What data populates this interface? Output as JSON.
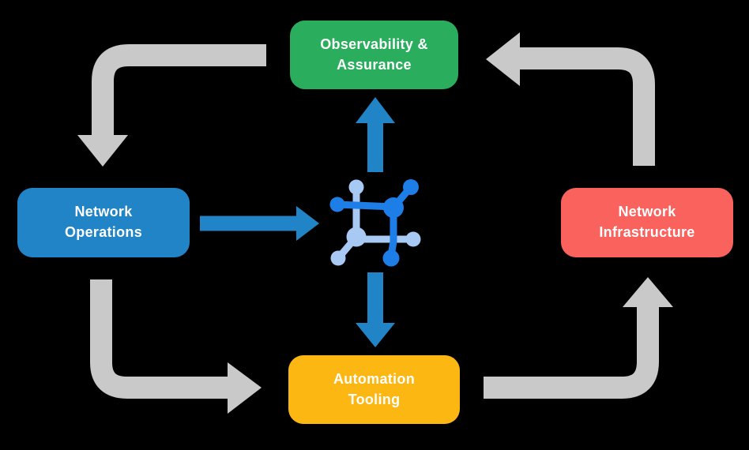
{
  "colors": {
    "background": "#000000",
    "cycle_arrow": "#c9c9c9",
    "flow_arrow": "#2184c7",
    "node_text": "#ffffff"
  },
  "icon": {
    "name": "network-topology-icon",
    "dark_color": "#1e7ee8",
    "light_color": "#a7c9f3"
  },
  "nodes": [
    {
      "id": "observability-assurance",
      "lines": [
        "Observability &",
        "Assurance"
      ],
      "color": "#2bad5e"
    },
    {
      "id": "network-operations",
      "lines": [
        "Network",
        "Operations"
      ],
      "color": "#2184c7"
    },
    {
      "id": "network-infrastructure",
      "lines": [
        "Network",
        "Infrastructure"
      ],
      "color": "#fa625e"
    },
    {
      "id": "automation-tooling",
      "lines": [
        "Automation",
        "Tooling"
      ],
      "color": "#fcb713"
    }
  ],
  "flows": {
    "cycle": [
      {
        "from": "Observability & Assurance",
        "to": "Network Operations"
      },
      {
        "from": "Network Operations",
        "to": "Automation Tooling"
      },
      {
        "from": "Automation Tooling",
        "to": "Network Infrastructure"
      },
      {
        "from": "Network Infrastructure",
        "to": "Observability & Assurance"
      }
    ],
    "center": [
      {
        "from": "Network Operations",
        "to": "network-topology-icon"
      },
      {
        "from": "network-topology-icon",
        "to": "Observability & Assurance"
      },
      {
        "from": "network-topology-icon",
        "to": "Automation Tooling"
      }
    ]
  }
}
